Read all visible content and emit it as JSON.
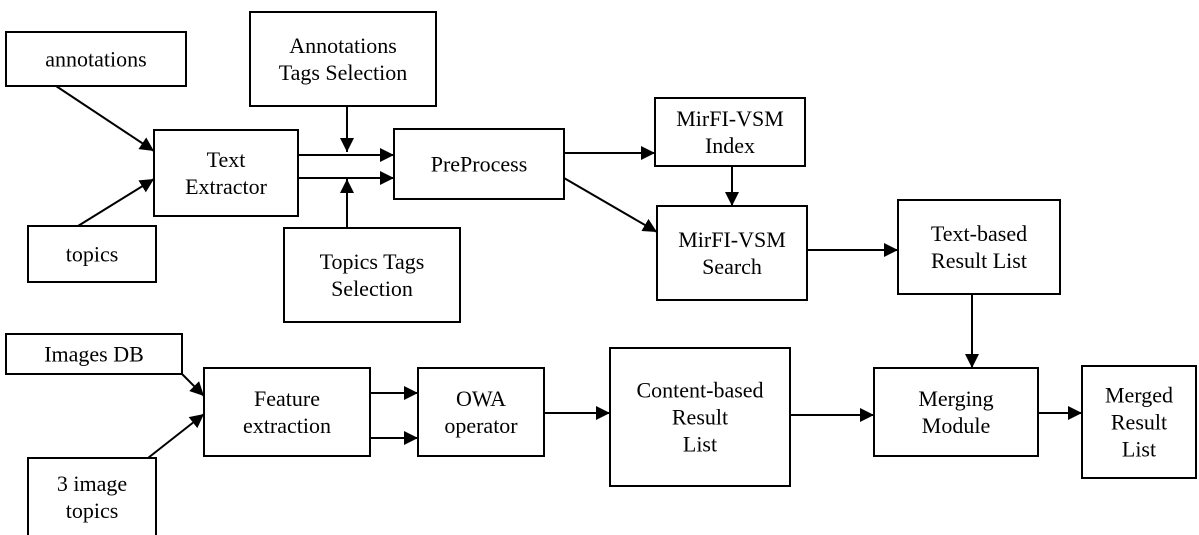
{
  "diagram": {
    "nodes": [
      {
        "id": "annotations",
        "lines": [
          "annotations"
        ]
      },
      {
        "id": "topics",
        "lines": [
          "topics"
        ]
      },
      {
        "id": "text_extractor",
        "lines": [
          "Text",
          "Extractor"
        ]
      },
      {
        "id": "annotations_tags",
        "lines": [
          "Annotations",
          "Tags Selection"
        ]
      },
      {
        "id": "topics_tags",
        "lines": [
          "Topics Tags",
          "Selection"
        ]
      },
      {
        "id": "preprocess",
        "lines": [
          "PreProcess"
        ]
      },
      {
        "id": "mirfi_index",
        "lines": [
          "MirFI-VSM",
          "Index"
        ]
      },
      {
        "id": "mirfi_search",
        "lines": [
          "MirFI-VSM",
          "Search"
        ]
      },
      {
        "id": "text_result",
        "lines": [
          "Text-based",
          "Result List"
        ]
      },
      {
        "id": "images_db",
        "lines": [
          "Images DB"
        ]
      },
      {
        "id": "image_topics",
        "lines": [
          "3 image",
          "topics"
        ]
      },
      {
        "id": "feature_extraction",
        "lines": [
          "Feature",
          "extraction"
        ]
      },
      {
        "id": "owa",
        "lines": [
          "OWA",
          "operator"
        ]
      },
      {
        "id": "content_result",
        "lines": [
          "Content-based",
          "Result",
          "List"
        ]
      },
      {
        "id": "merging",
        "lines": [
          "Merging",
          "Module"
        ]
      },
      {
        "id": "merged_result",
        "lines": [
          "Merged",
          "Result",
          "List"
        ]
      }
    ],
    "edges": [
      {
        "from": "annotations",
        "to": "text_extractor"
      },
      {
        "from": "topics",
        "to": "text_extractor"
      },
      {
        "from": "text_extractor",
        "to": "preprocess",
        "lane": "upper"
      },
      {
        "from": "text_extractor",
        "to": "preprocess",
        "lane": "lower"
      },
      {
        "from": "annotations_tags",
        "to": "text_extractor",
        "lane": "upper"
      },
      {
        "from": "topics_tags",
        "to": "text_extractor",
        "lane": "lower"
      },
      {
        "from": "preprocess",
        "to": "mirfi_index"
      },
      {
        "from": "preprocess",
        "to": "mirfi_search"
      },
      {
        "from": "mirfi_index",
        "to": "mirfi_search"
      },
      {
        "from": "mirfi_search",
        "to": "text_result"
      },
      {
        "from": "text_result",
        "to": "merging"
      },
      {
        "from": "images_db",
        "to": "feature_extraction"
      },
      {
        "from": "image_topics",
        "to": "feature_extraction"
      },
      {
        "from": "feature_extraction",
        "to": "owa",
        "lane": "upper"
      },
      {
        "from": "feature_extraction",
        "to": "owa",
        "lane": "lower"
      },
      {
        "from": "owa",
        "to": "content_result"
      },
      {
        "from": "content_result",
        "to": "merging"
      },
      {
        "from": "merging",
        "to": "merged_result"
      }
    ]
  }
}
